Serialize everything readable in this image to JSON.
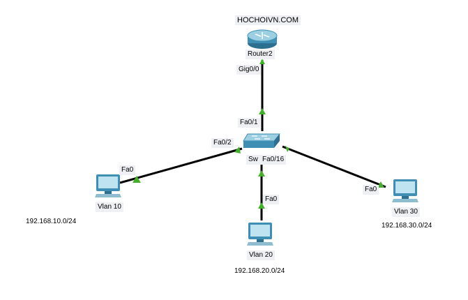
{
  "banner": "HOCHOIVN.COM",
  "router": {
    "name": "Router2",
    "port": "Gig0/0"
  },
  "switch": {
    "name": "Sw",
    "port_router": "Fa0/1",
    "port_vlan10": "Fa0/2",
    "port_vlan20": "Fa0/16"
  },
  "pcs": [
    {
      "name": "Vlan 10",
      "port": "Fa0",
      "subnet": "192.168.10.0/24"
    },
    {
      "name": "Vlan 20",
      "port": "Fa0",
      "subnet": "192.168.20.0/24"
    },
    {
      "name": "Vlan 30",
      "port": "Fa0",
      "subnet": "192.168.30.0/24"
    }
  ],
  "colors": {
    "link": "#000000",
    "link_up": "#43b02a",
    "device_blue": "#3f8fb5"
  }
}
